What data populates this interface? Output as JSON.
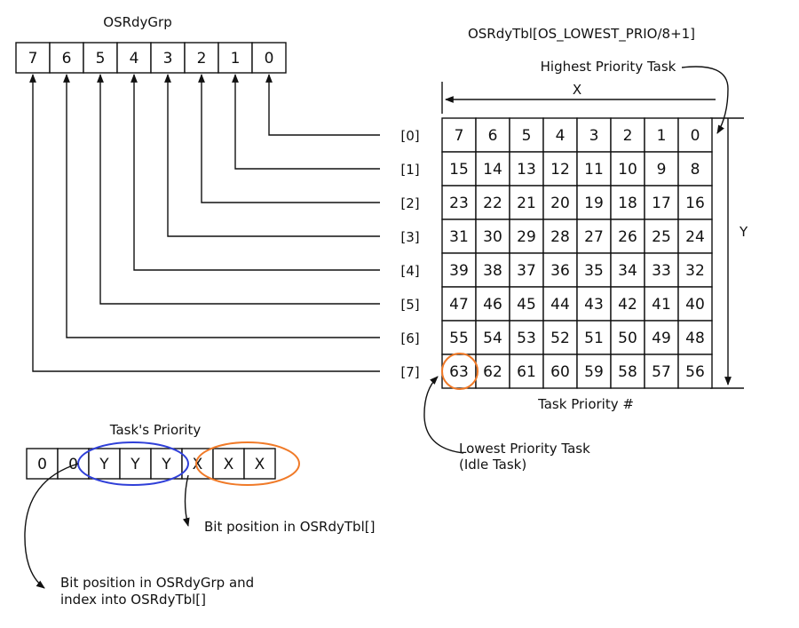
{
  "osrdygrp": {
    "title": "OSRdyGrp",
    "bits": [
      "7",
      "6",
      "5",
      "4",
      "3",
      "2",
      "1",
      "0"
    ]
  },
  "osrdytbl": {
    "title": "OSRdyTbl[OS_LOWEST_PRIO/8+1]",
    "x_label": "X",
    "y_label": "Y",
    "index_labels": [
      "[0]",
      "[1]",
      "[2]",
      "[3]",
      "[4]",
      "[5]",
      "[6]",
      "[7]"
    ],
    "rows": [
      [
        "7",
        "6",
        "5",
        "4",
        "3",
        "2",
        "1",
        "0"
      ],
      [
        "15",
        "14",
        "13",
        "12",
        "11",
        "10",
        "9",
        "8"
      ],
      [
        "23",
        "22",
        "21",
        "20",
        "19",
        "18",
        "17",
        "16"
      ],
      [
        "31",
        "30",
        "29",
        "28",
        "27",
        "26",
        "25",
        "24"
      ],
      [
        "39",
        "38",
        "37",
        "36",
        "35",
        "34",
        "33",
        "32"
      ],
      [
        "47",
        "46",
        "45",
        "44",
        "43",
        "42",
        "41",
        "40"
      ],
      [
        "55",
        "54",
        "53",
        "52",
        "51",
        "50",
        "49",
        "48"
      ],
      [
        "63",
        "62",
        "61",
        "60",
        "59",
        "58",
        "57",
        "56"
      ]
    ],
    "footer": "Task Priority #"
  },
  "annotations": {
    "highest": "Highest Priority Task",
    "lowest_line1": "Lowest Priority Task",
    "lowest_line2": "(Idle Task)"
  },
  "task_priority": {
    "title": "Task's Priority",
    "bits": [
      "0",
      "0",
      "Y",
      "Y",
      "Y",
      "X",
      "X",
      "X"
    ],
    "bit_pos_tbl": "Bit position in OSRdyTbl[]",
    "bit_pos_grp_line1": "Bit position in OSRdyGrp and",
    "bit_pos_grp_line2": "index into OSRdyTbl[]"
  },
  "colors": {
    "highlight_orange": "#f07a28",
    "highlight_blue": "#2f3fd8"
  }
}
